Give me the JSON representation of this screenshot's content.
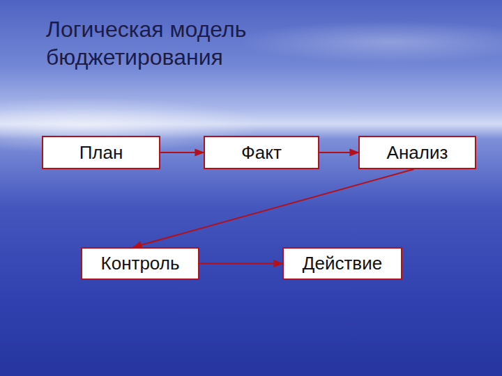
{
  "diagram": {
    "title": "Логическая модель бюджетирования",
    "nodes": [
      {
        "text": [
          "План"
        ]
      },
      {
        "text": [
          "Факт"
        ]
      },
      {
        "text": [
          "Анализ"
        ]
      },
      {
        "text": [
          "Контроль"
        ]
      },
      {
        "text": [
          "Действие"
        ]
      }
    ],
    "edges": [
      {
        "from": 0,
        "to": 1,
        "arrow": "to"
      },
      {
        "from": 1,
        "to": 2,
        "arrow": "to"
      },
      {
        "from": 2,
        "to": 3,
        "arrow": "to"
      },
      {
        "from": 3,
        "to": 4,
        "arrow": "to"
      }
    ]
  }
}
